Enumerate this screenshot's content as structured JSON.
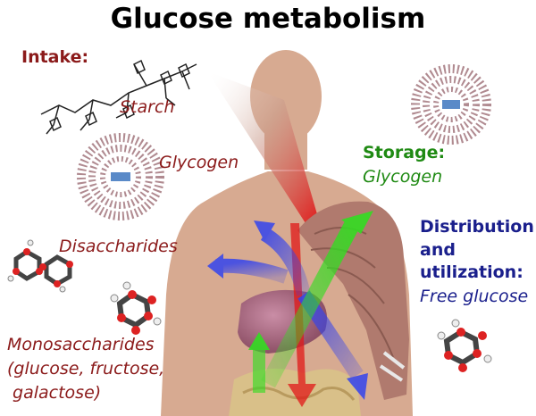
{
  "title": "Glucose metabolism",
  "intake": {
    "heading": "Intake:",
    "starch": "Starch",
    "glycogen": "Glycogen",
    "disaccharides": "Disaccharides",
    "monosaccharides_line1": "Monosaccharides",
    "monosaccharides_line2": "(glucose, fructose,",
    "monosaccharides_line3": " galactose)"
  },
  "storage": {
    "heading": "Storage:",
    "value": "Glycogen"
  },
  "distribution": {
    "heading": "Distribution and utilization:",
    "value": "Free glucose"
  },
  "colors": {
    "intake": "#8b1a1a",
    "storage": "#1f8a13",
    "distribution": "#1a1f8c",
    "body_skin": "#d7aa91",
    "arrow_green": "#33dd22",
    "arrow_blue": "#3344ee",
    "arrow_red": "#e01818"
  }
}
